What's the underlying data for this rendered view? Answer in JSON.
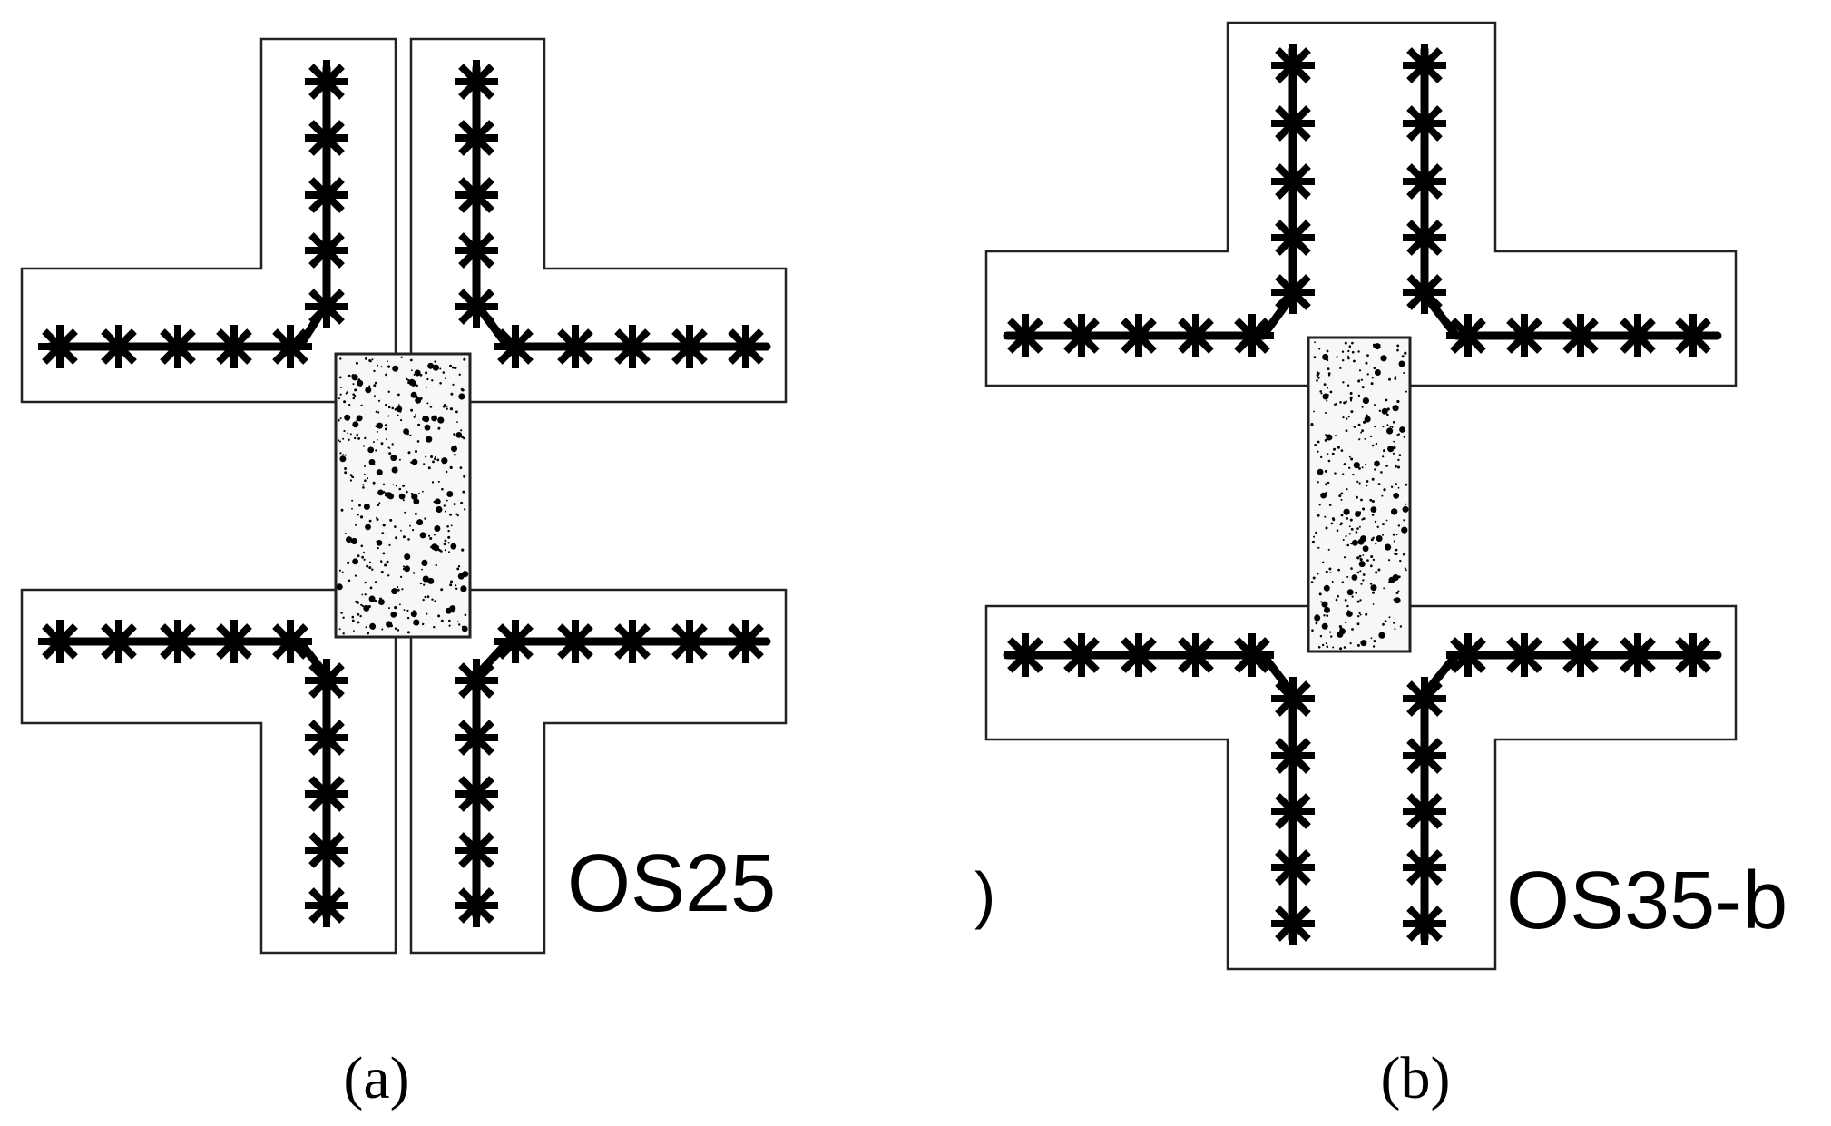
{
  "panels": [
    {
      "id": "a",
      "specimen_label": "OS25",
      "caption": "(a)",
      "anchors_per_leg": 5
    },
    {
      "id": "b",
      "specimen_label": "OS35-b",
      "caption": "(b)",
      "anchors_per_leg": 5,
      "edge_mark": ")"
    }
  ],
  "colors": {
    "ink": "#000000",
    "plate_border": "#222222",
    "background": "#ffffff",
    "column_fill": "#f7f7f7"
  }
}
